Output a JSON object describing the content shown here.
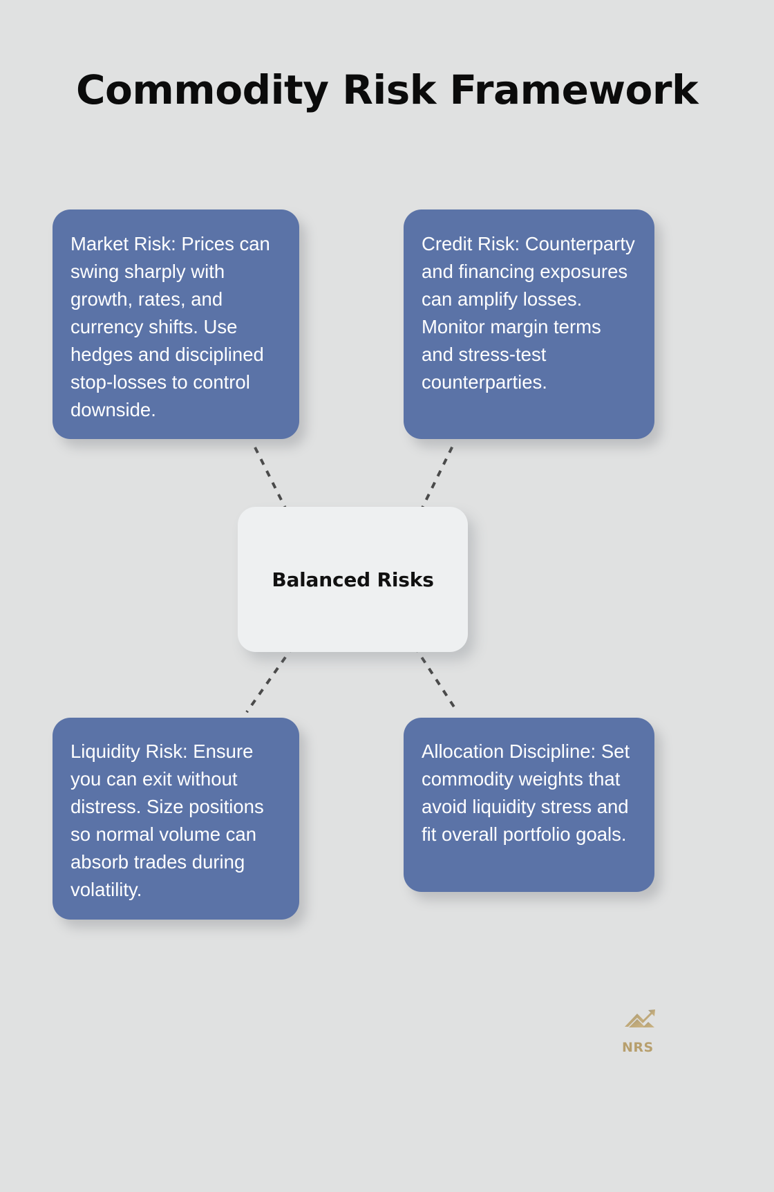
{
  "page": {
    "title": "Commodity Risk Framework",
    "background_color": "#e0e1e1",
    "card_color": "#5b73a7",
    "hub_color": "#eef0f1",
    "connector_color": "#4a4a4a",
    "logo_color": "#b79f6d"
  },
  "hub": {
    "label": "Balanced Risks"
  },
  "cards": [
    {
      "id": "market-risk",
      "position": "top-left",
      "text": "Market Risk: Prices can swing sharply with growth, rates, and currency shifts. Use hedges and disciplined stop-losses to control downside."
    },
    {
      "id": "credit-risk",
      "position": "top-right",
      "text": "Credit Risk: Counterparty and financing exposures can amplify losses. Monitor margin terms and stress-test counterparties."
    },
    {
      "id": "liquidity-risk",
      "position": "bottom-left",
      "text": "Liquidity Risk: Ensure you can exit without distress. Size positions so normal volume can absorb trades during volatility."
    },
    {
      "id": "allocation-discipline",
      "position": "bottom-right",
      "text": "Allocation Discipline: Set commodity weights that avoid liquidity stress and fit overall portfolio goals."
    }
  ],
  "logo": {
    "text": "NRS",
    "icon": "mountain-arrow-icon"
  }
}
